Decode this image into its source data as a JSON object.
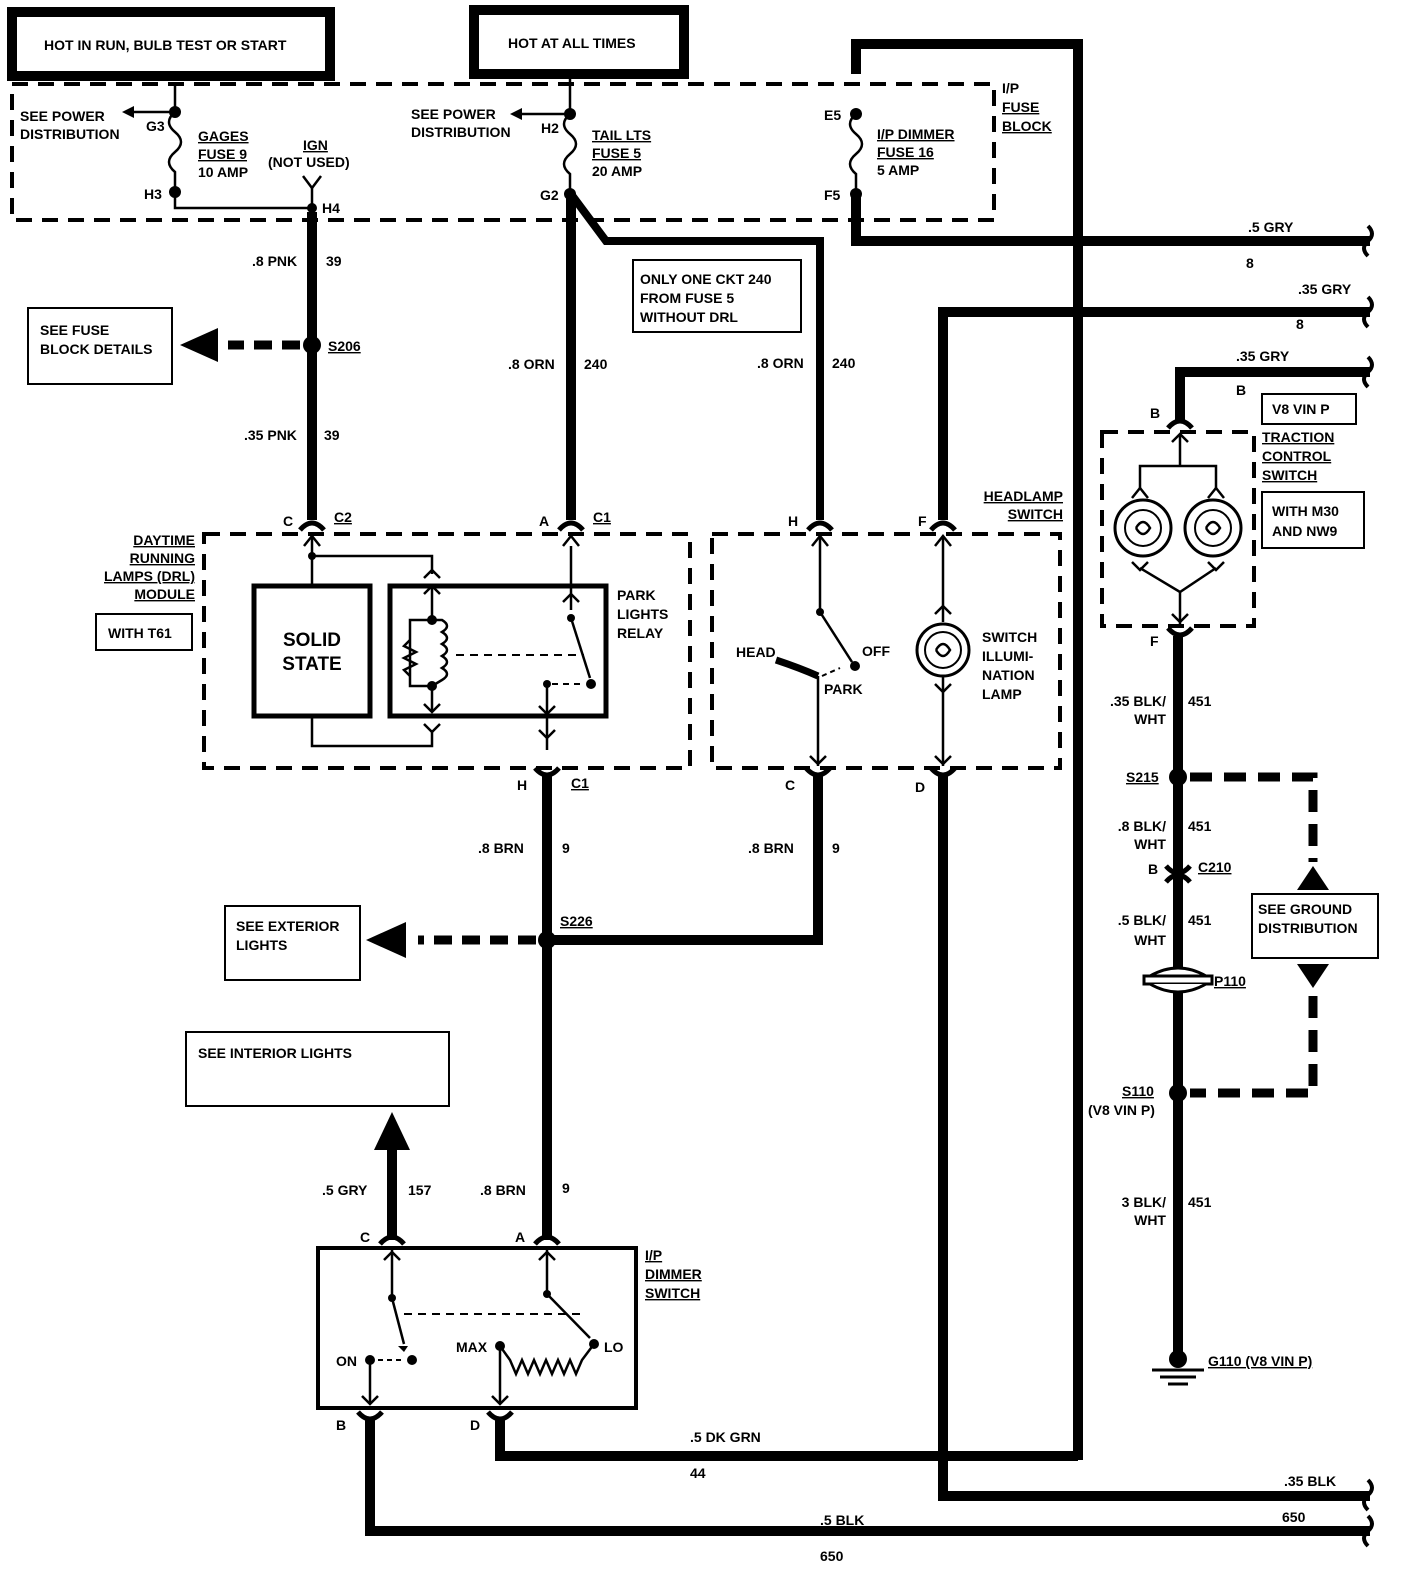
{
  "headers": {
    "hot_run": "HOT IN RUN, BULB TEST OR START",
    "hot_all": "HOT AT ALL TIMES"
  },
  "fuse_block": {
    "title": [
      "I/P",
      "FUSE",
      "BLOCK"
    ],
    "see_power_1": [
      "SEE POWER",
      "DISTRIBUTION"
    ],
    "see_power_2": [
      "SEE POWER",
      "DISTRIBUTION"
    ],
    "gages": [
      "GAGES",
      "FUSE 9",
      "10 AMP"
    ],
    "ign": [
      "IGN",
      "(NOT USED)"
    ],
    "tail": [
      "TAIL LTS",
      "FUSE 5",
      "20 AMP"
    ],
    "dimmer": [
      "I/P DIMMER",
      "FUSE 16",
      "5 AMP"
    ],
    "pins": {
      "g3": "G3",
      "h3": "H3",
      "h4": "H4",
      "h2": "H2",
      "g2": "G2",
      "e5": "E5",
      "f5": "F5"
    }
  },
  "notes": {
    "only_one": [
      "ONLY  ONE  CKT  240",
      "FROM  FUSE  5",
      "WITHOUT  DRL"
    ],
    "see_fuse_block": [
      "SEE FUSE",
      "BLOCK DETAILS"
    ],
    "see_exterior": [
      "SEE EXTERIOR",
      "LIGHTS"
    ],
    "see_interior": "SEE INTERIOR LIGHTS",
    "see_ground": [
      "SEE  GROUND",
      "DISTRIBUTION"
    ],
    "v8_vin_p": "V8  VIN  P",
    "with_m30": [
      "WITH M30",
      "AND NW9"
    ],
    "with_t61": "WITH T61"
  },
  "wires": {
    "w1": [
      ".8 PNK",
      "39"
    ],
    "w2": [
      ".35 PNK",
      "39"
    ],
    "w3": [
      ".8 ORN",
      "240"
    ],
    "w4": [
      ".8 ORN",
      "240"
    ],
    "w5": [
      ".5 GRY",
      "8"
    ],
    "w6": [
      ".35 GRY",
      "8"
    ],
    "w7": [
      ".35  GRY",
      "B"
    ],
    "w8": [
      ".35 BLK/",
      "WHT",
      "451"
    ],
    "w9": [
      ".8 BLK/",
      "WHT",
      "451"
    ],
    "w10": [
      ".5 BLK/",
      "WHT",
      "451"
    ],
    "w11": [
      "3 BLK/",
      "WHT",
      "451"
    ],
    "w12": [
      ".8  BRN",
      "9"
    ],
    "w13": [
      ".8  BRN",
      "9"
    ],
    "w14": [
      ".8  BRN",
      "9"
    ],
    "w15": [
      ".5  GRY",
      "157"
    ],
    "w16": [
      ".5 DK GRN",
      "44"
    ],
    "w17": [
      ".35 BLK",
      "650"
    ],
    "w18": [
      ".5 BLK",
      "650"
    ]
  },
  "splices": {
    "s206": "S206",
    "s226": "S226",
    "s215": "S215",
    "s110": "S110",
    "s110_sub": "(V8  VIN P)",
    "p110": "P110",
    "g110": "G110 (V8  VIN P)"
  },
  "drl": {
    "title": [
      "DAYTIME",
      "RUNNING",
      "LAMPS  (DRL)",
      "MODULE"
    ],
    "solid": [
      "SOLID",
      "STATE"
    ],
    "relay": [
      "PARK",
      "LIGHTS",
      "RELAY"
    ],
    "pins": {
      "c": "C",
      "c2": "C2",
      "a": "A",
      "c1": "C1",
      "h": "H",
      "c1b": "C1"
    }
  },
  "headlamp": {
    "title": [
      "HEADLAMP",
      "SWITCH"
    ],
    "head": "HEAD",
    "off": "OFF",
    "park": "PARK",
    "illum": [
      "SWITCH",
      "ILLUMI-",
      "NATION",
      "LAMP"
    ],
    "pins": {
      "h": "H",
      "f": "F",
      "c": "C",
      "d": "D"
    }
  },
  "traction": {
    "title": [
      "TRACTION",
      "CONTROL",
      "SWITCH"
    ],
    "pin_b": "B",
    "pin_f": "F",
    "c210": "C210",
    "c210_b": "B"
  },
  "dimmer_switch": {
    "title": [
      "I/P",
      "DIMMER",
      "SWITCH"
    ],
    "on": "ON",
    "max": "MAX",
    "lo": "LO",
    "pins": {
      "c": "C",
      "a": "A",
      "b": "B",
      "d": "D"
    }
  }
}
